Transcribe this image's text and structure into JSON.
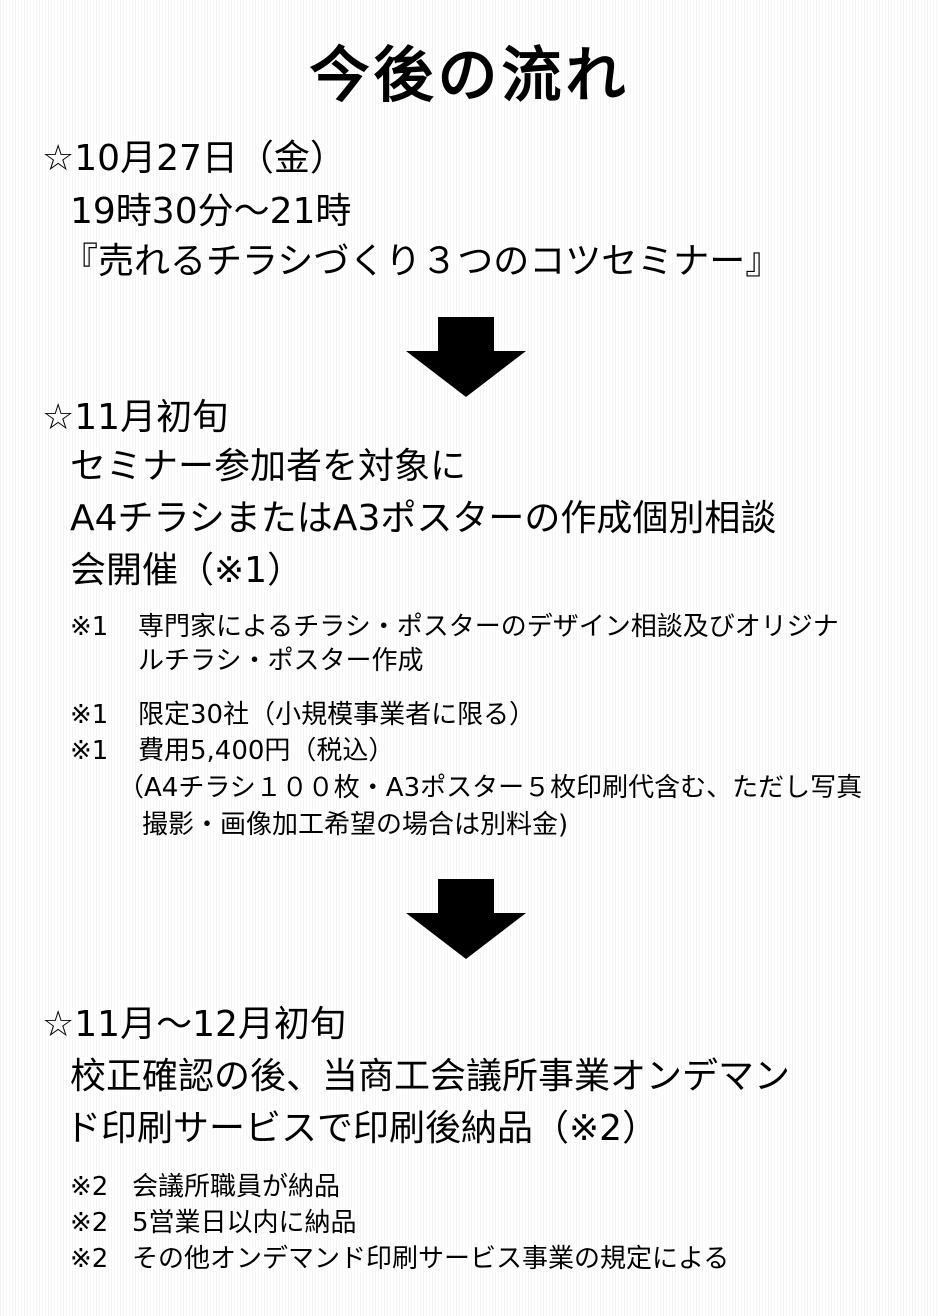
{
  "title": "今後の流れ",
  "step1": {
    "heading": "☆10月27日（金）",
    "time": "19時30分～21時",
    "event": "『売れるチラシづくり３つのコツセミナー』"
  },
  "step2": {
    "heading": "☆11月初旬",
    "line1": "セミナー参加者を対象に",
    "line2": "A4チラシまたはA3ポスターの作成個別相談",
    "line3": "会開催（※1）",
    "notes": [
      {
        "mark": "※1",
        "text": "専門家によるチラシ・ポスターのデザイン相談及びオリジナ"
      },
      {
        "mark": "",
        "text": "ルチラシ・ポスター作成"
      },
      {
        "mark": "※1",
        "text": "限定30社（小規模事業者に限る）"
      },
      {
        "mark": "※1",
        "text": "費用5,400円（税込）"
      },
      {
        "mark": "",
        "text": "（A4チラシ１００枚・A3ポスター５枚印刷代含む、ただし写真"
      },
      {
        "mark": "",
        "text": "撮影・画像加工希望の場合は別料金)"
      }
    ]
  },
  "step3": {
    "heading": "☆11月～12月初旬",
    "line1": "校正確認の後、当商工会議所事業オンデマン",
    "line2": "ド印刷サービスで印刷後納品（※2）",
    "notes": [
      {
        "mark": "※2",
        "text": "会議所職員が納品"
      },
      {
        "mark": "※2",
        "text": "5営業日以内に納品"
      },
      {
        "mark": "※2",
        "text": "その他オンデマンド印刷サービス事業の規定による"
      }
    ]
  }
}
